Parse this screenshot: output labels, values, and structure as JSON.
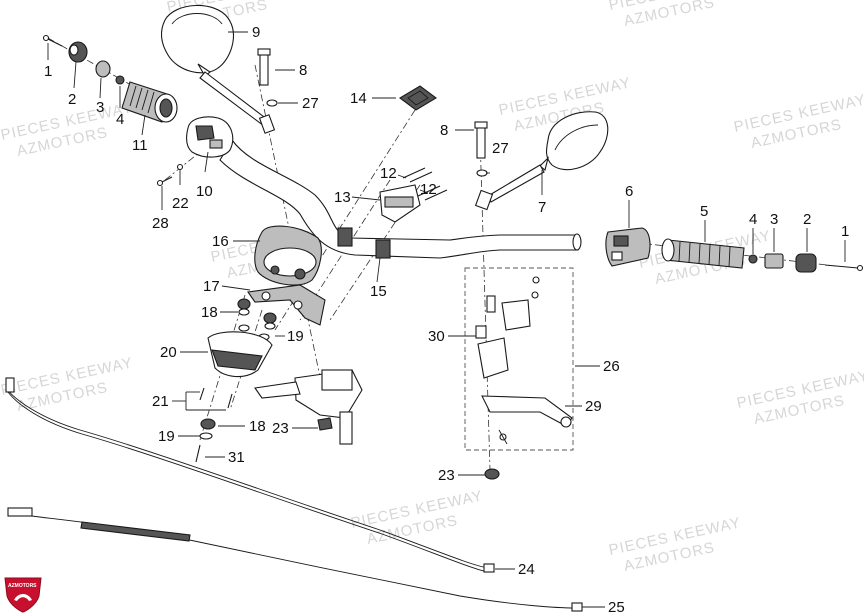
{
  "watermark": {
    "line1": "PIECES KEEWAY",
    "line2": "AZMOTORS"
  },
  "logo": {
    "text": "AZMOTORS",
    "color": "#c8102e"
  },
  "labels": [
    {
      "id": "l1a",
      "text": "1"
    },
    {
      "id": "l2a",
      "text": "2"
    },
    {
      "id": "l3a",
      "text": "3"
    },
    {
      "id": "l4a",
      "text": "4"
    },
    {
      "id": "l11",
      "text": "11"
    },
    {
      "id": "l9",
      "text": "9"
    },
    {
      "id": "l8a",
      "text": "8"
    },
    {
      "id": "l27a",
      "text": "27"
    },
    {
      "id": "l14",
      "text": "14"
    },
    {
      "id": "l10",
      "text": "10"
    },
    {
      "id": "l22",
      "text": "22"
    },
    {
      "id": "l28",
      "text": "28"
    },
    {
      "id": "l8b",
      "text": "8"
    },
    {
      "id": "l27b",
      "text": "27"
    },
    {
      "id": "l7",
      "text": "7"
    },
    {
      "id": "l12a",
      "text": "12"
    },
    {
      "id": "l12b",
      "text": "12"
    },
    {
      "id": "l13",
      "text": "13"
    },
    {
      "id": "l6",
      "text": "6"
    },
    {
      "id": "l5",
      "text": "5"
    },
    {
      "id": "l4b",
      "text": "4"
    },
    {
      "id": "l3b",
      "text": "3"
    },
    {
      "id": "l2b",
      "text": "2"
    },
    {
      "id": "l1b",
      "text": "1"
    },
    {
      "id": "l16",
      "text": "16"
    },
    {
      "id": "l15",
      "text": "15"
    },
    {
      "id": "l17",
      "text": "17"
    },
    {
      "id": "l18a",
      "text": "18"
    },
    {
      "id": "l19a",
      "text": "19"
    },
    {
      "id": "l20",
      "text": "20"
    },
    {
      "id": "l30",
      "text": "30"
    },
    {
      "id": "l26",
      "text": "26"
    },
    {
      "id": "l21",
      "text": "21"
    },
    {
      "id": "l29",
      "text": "29"
    },
    {
      "id": "l19b",
      "text": "19"
    },
    {
      "id": "l18b",
      "text": "18"
    },
    {
      "id": "l23a",
      "text": "23"
    },
    {
      "id": "l31",
      "text": "31"
    },
    {
      "id": "l23b",
      "text": "23"
    },
    {
      "id": "l24",
      "text": "24"
    },
    {
      "id": "l25",
      "text": "25"
    }
  ]
}
